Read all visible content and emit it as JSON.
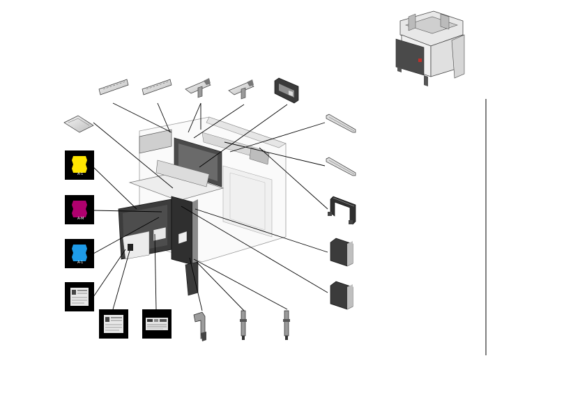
{
  "diagram": {
    "kind": "exploded-parts-view",
    "colors": {
      "line": "#000000",
      "part_fill": "#d9d9d9",
      "part_dark": "#3a3a3a",
      "frame_fill": "#f2f2f2",
      "yellow": "#ffe600",
      "magenta": "#b0006e",
      "cyan": "#1e9be8",
      "tile_bg": "#000000",
      "divider": "#000000"
    },
    "toner_labels": [
      {
        "color": "yellow",
        "mark": "A-1"
      },
      {
        "color": "magenta",
        "mark": "A-M"
      },
      {
        "color": "cyan",
        "mark": "A-1"
      }
    ],
    "sticker_tiles": [
      "caution-label",
      "caution-label",
      "spec-label"
    ],
    "parts": [
      "rail-bracket-1",
      "rail-bracket-2",
      "hinge-bracket-1",
      "hinge-bracket-2",
      "rear-cover-plate",
      "side-rail-1",
      "side-rail-2",
      "handle-frame",
      "side-panel-1",
      "side-panel-2",
      "front-lever",
      "shaft-1",
      "shaft-2",
      "tray-plate",
      "reference-thumbnail"
    ]
  }
}
